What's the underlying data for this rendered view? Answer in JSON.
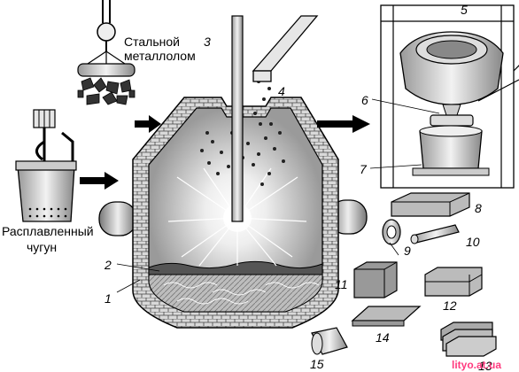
{
  "labels": {
    "scrap": [
      "Стальной",
      "металлолом"
    ],
    "pig_iron": [
      "Расплавленный",
      "чугун"
    ]
  },
  "numbers": [
    "1",
    "2",
    "3",
    "4",
    "5",
    "6",
    "7",
    "8",
    "9",
    "10",
    "11",
    "12",
    "13",
    "14",
    "15"
  ],
  "watermark": "lityo.at.ua"
}
